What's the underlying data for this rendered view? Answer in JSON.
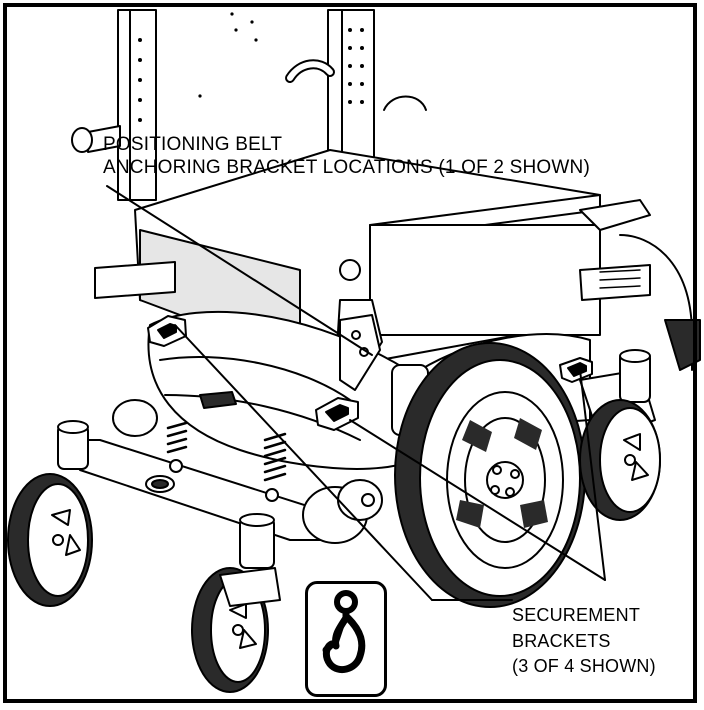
{
  "callouts": {
    "positioning_belt": {
      "line1": "POSITIONING BELT",
      "line2": "ANCHORING BRACKET LOCATIONS (1 OF 2 SHOWN)"
    },
    "securement": {
      "line1": "SECUREMENT",
      "line2": "BRACKETS",
      "line3": "(3 OF 4 SHOWN)"
    }
  },
  "icons": {
    "tiedown_symbol": "hook-icon"
  },
  "colors": {
    "line": "#000000",
    "background": "#ffffff",
    "tire_dark": "#2a2a2a",
    "shade": "#e6e6e6"
  }
}
